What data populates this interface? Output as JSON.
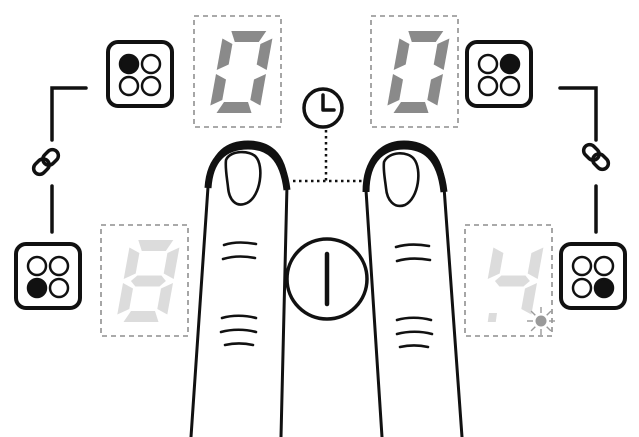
{
  "displays": {
    "top_left": {
      "digit": "0",
      "decimal_point": false
    },
    "top_right": {
      "digit": "0",
      "decimal_point": false
    },
    "bottom_left": {
      "digit": "8",
      "decimal_point": false
    },
    "bottom_right": {
      "digit": "4",
      "decimal_point": true,
      "decimal_point_blinking": true
    }
  },
  "cooking_zones": {
    "top_left": {
      "active_burner": "top-left"
    },
    "top_right": {
      "active_burner": "top-right"
    },
    "bottom_left": {
      "active_burner": "bottom-left"
    },
    "bottom_right": {
      "active_burner": "bottom-right"
    }
  },
  "icons": {
    "timer": "clock-icon",
    "power": "power-icon",
    "bridge_left": "link-icon",
    "bridge_right": "link-icon",
    "hands": "two-fingers-pressing"
  },
  "colors": {
    "ink": "#111111",
    "digit_active": "#8a8a8a",
    "digit_dim": "#dcdcdc",
    "dashed_frame": "#777777",
    "led_glow": "#9a9a9a"
  }
}
